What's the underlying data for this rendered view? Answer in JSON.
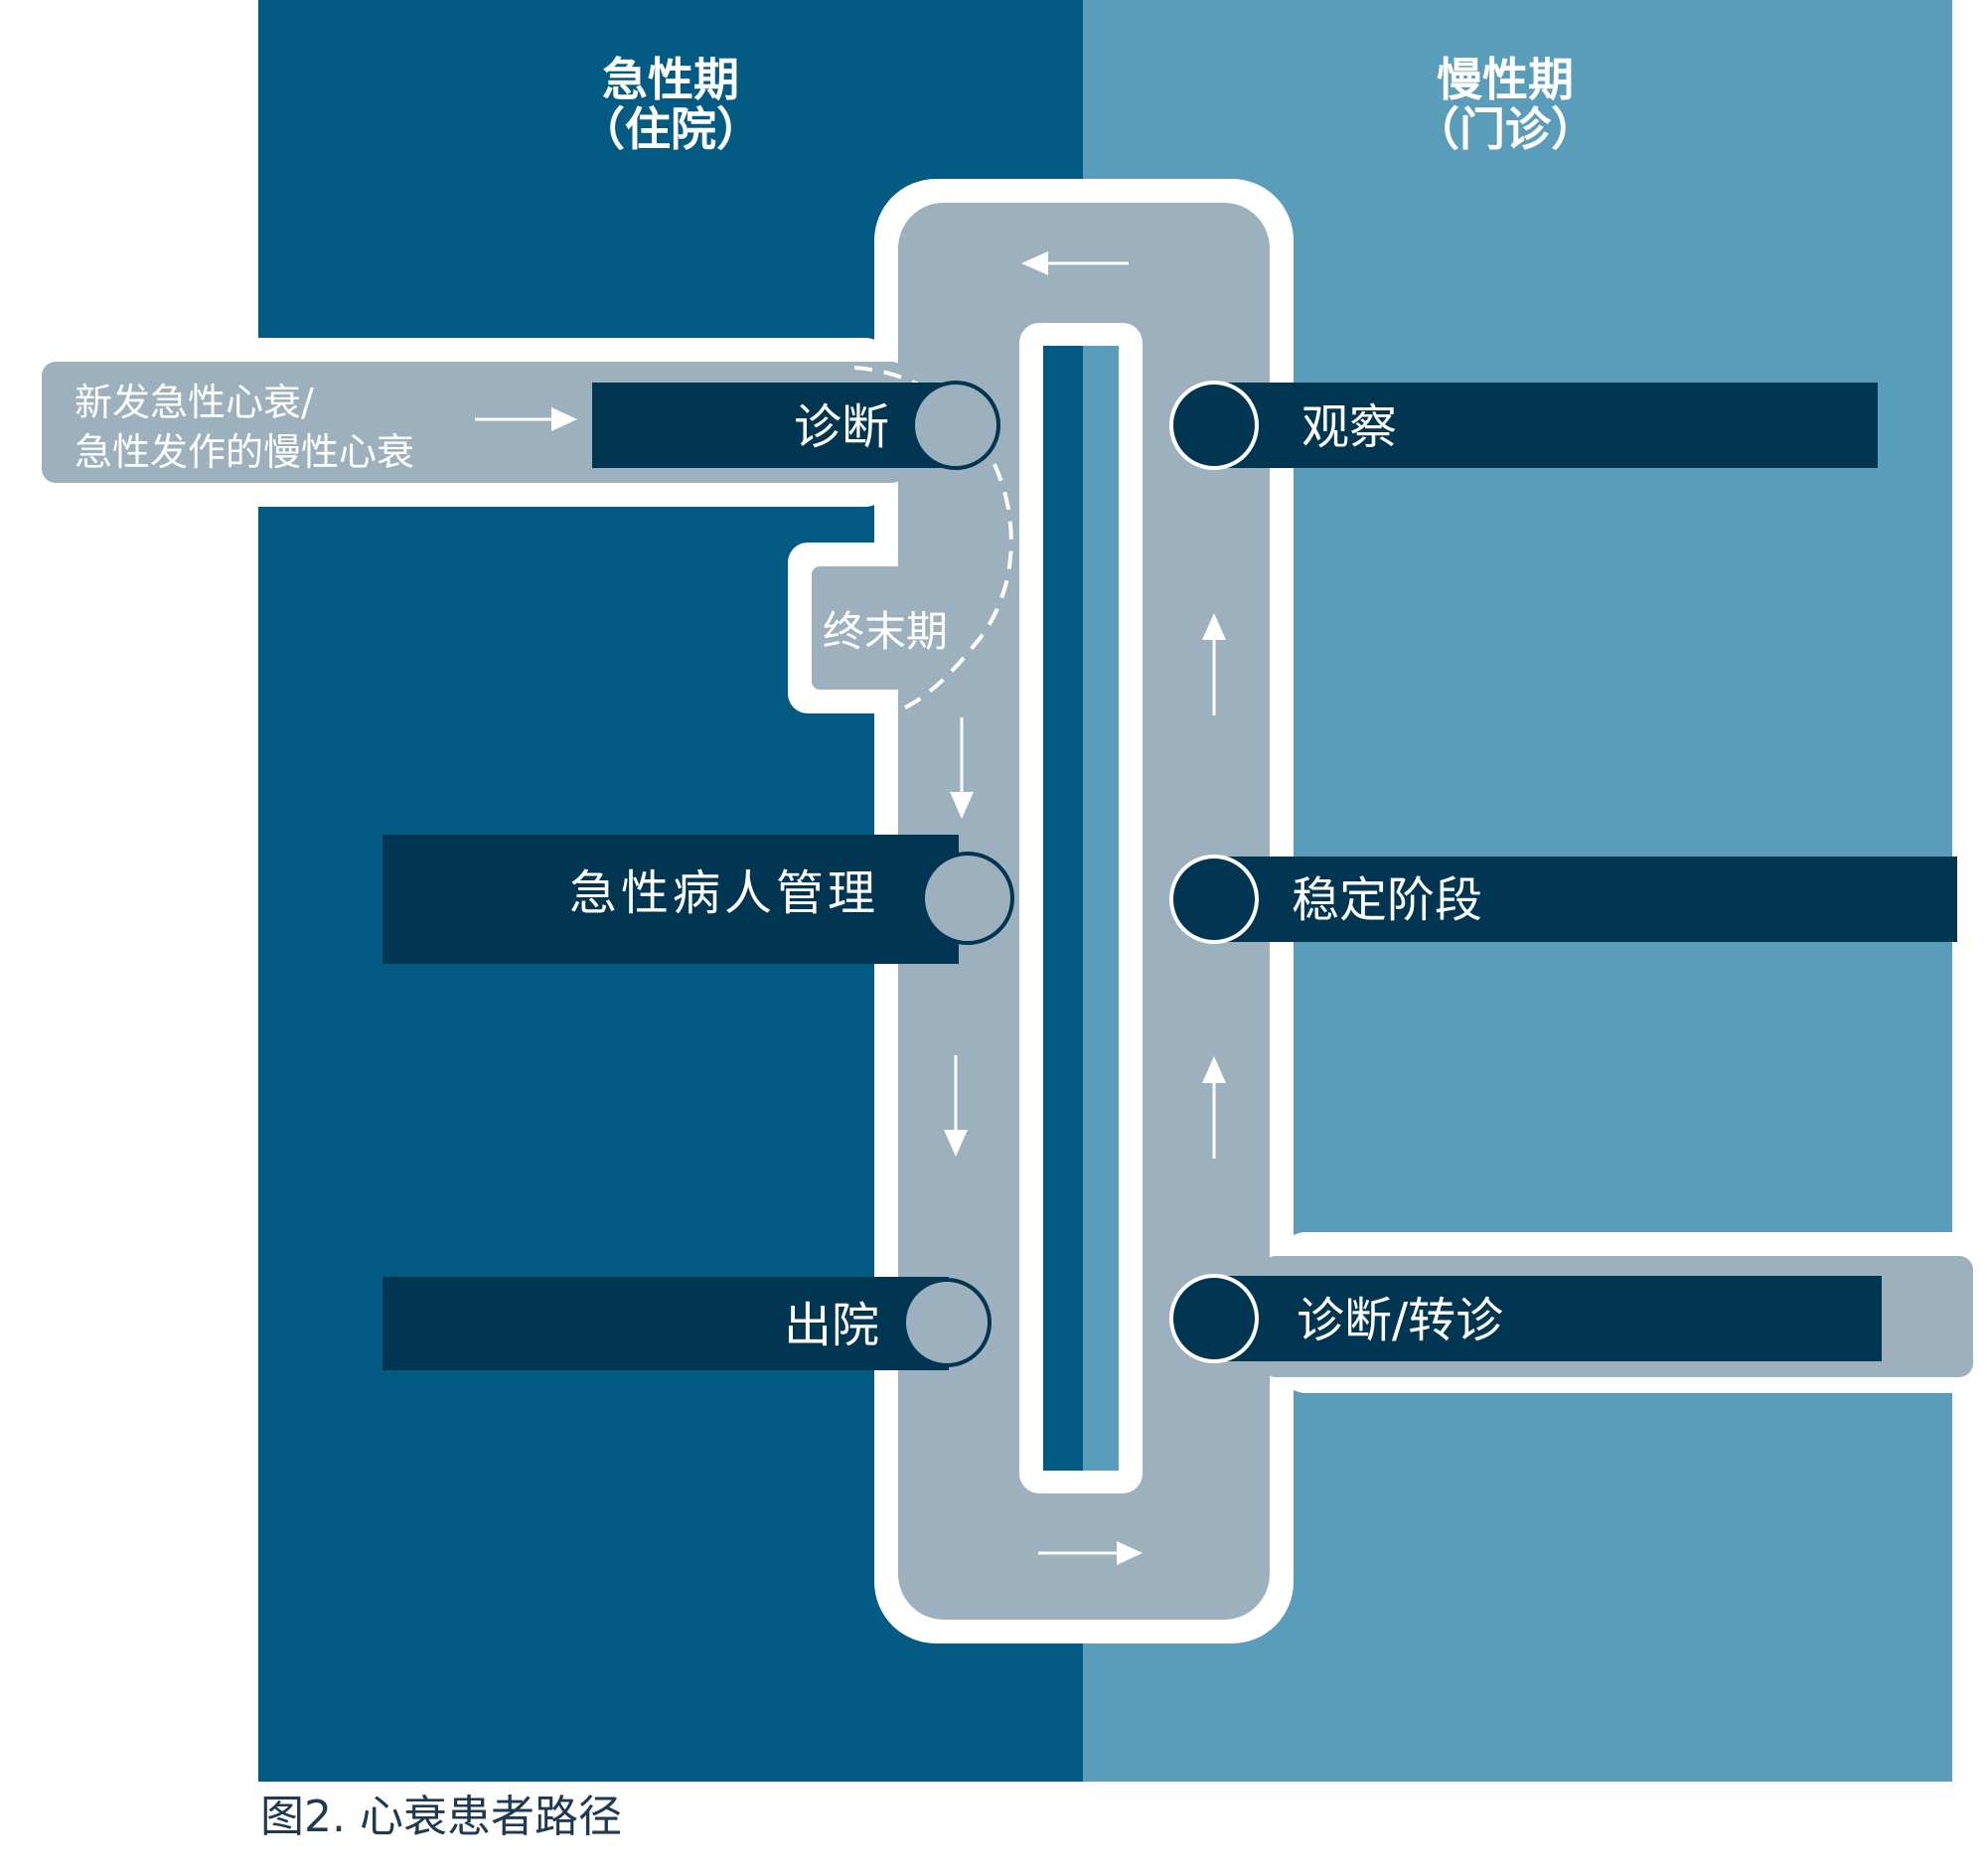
{
  "columns": {
    "acute": {
      "title": "急性期",
      "subtitle": "（住院）"
    },
    "chronic": {
      "title": "慢性期",
      "subtitle": "（门诊）"
    }
  },
  "entry": {
    "line1": "新发急性心衰/",
    "line2": "急性发作的慢性心衰"
  },
  "stages": {
    "diagnosis": "诊断",
    "acute_management": "急性病人管理",
    "discharge": "出院",
    "observation": "观察",
    "stable": "稳定阶段",
    "diagnosis_referral": "诊断/转诊",
    "end_stage": "终末期"
  },
  "caption": "图2. 心衰患者路径",
  "colors": {
    "acute_bg": "#035a82",
    "chronic_bg": "#5a9dbb",
    "track": "#9cb1bd",
    "box": "#003652",
    "circle_left": "#9cb1bd",
    "circle_right": "#003652",
    "white": "#ffffff"
  },
  "icons": [
    "arrow-left-icon",
    "arrow-right-icon",
    "arrow-down-icon",
    "arrow-up-icon"
  ]
}
